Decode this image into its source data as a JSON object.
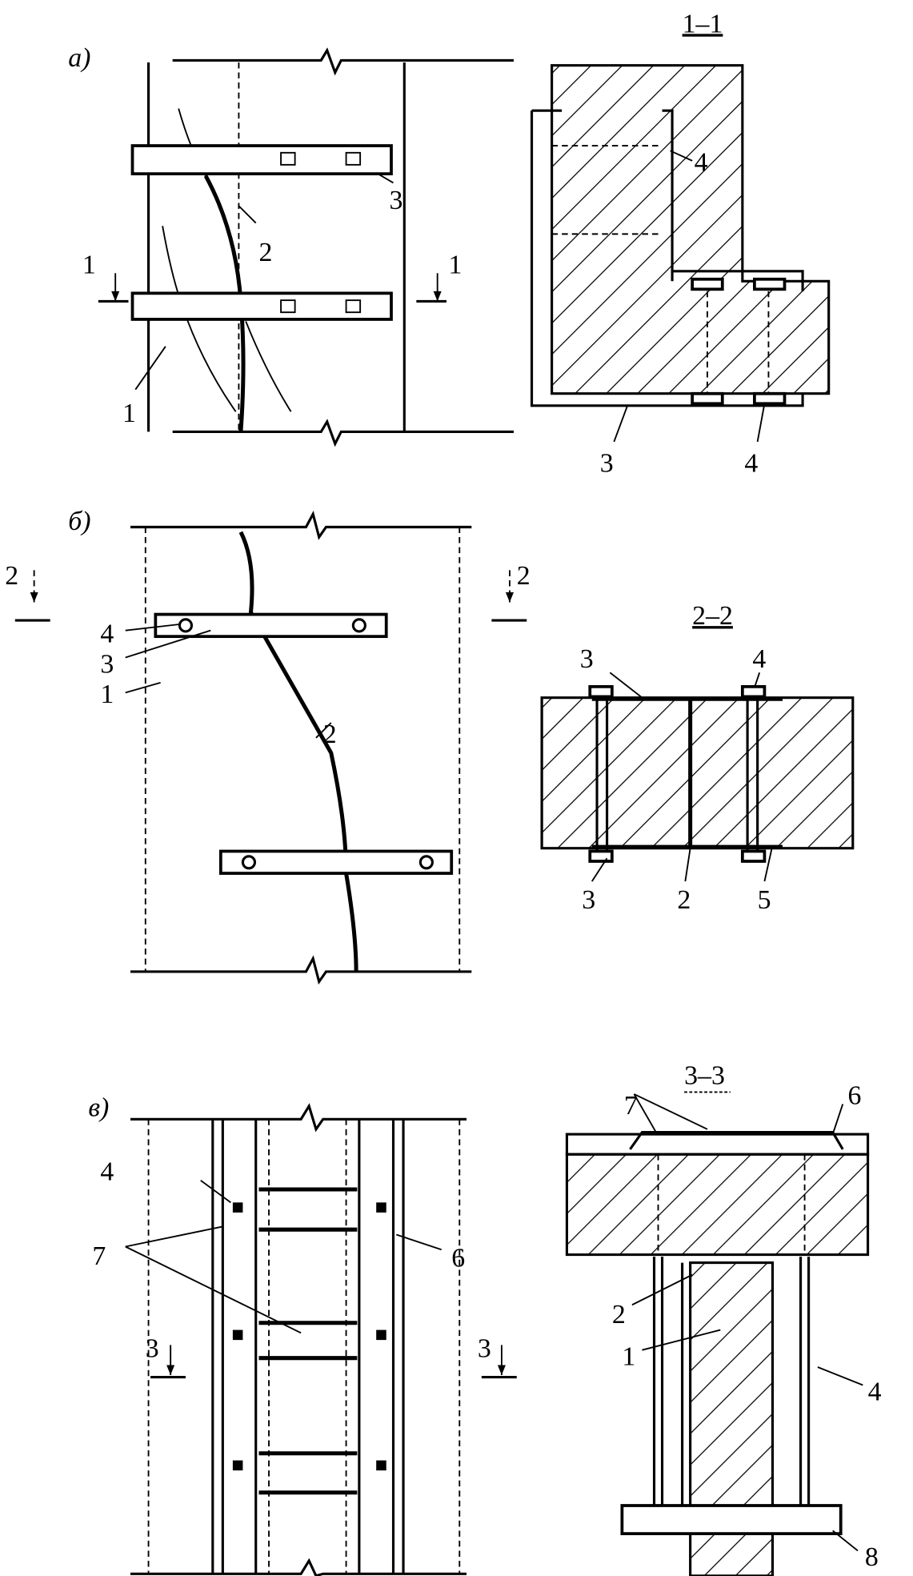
{
  "figure": {
    "a": {
      "label": "а)",
      "section_title": "1–1",
      "cut_marks": [
        "1",
        "1"
      ],
      "callouts": [
        "1",
        "2",
        "3"
      ],
      "section_callouts": [
        "4",
        "3",
        "4"
      ]
    },
    "b": {
      "label": "б)",
      "section_title": "2–2",
      "cut_marks": [
        "2",
        "2"
      ],
      "callouts": [
        "4",
        "3",
        "1",
        "2"
      ],
      "section_callouts": [
        "3",
        "4",
        "3",
        "2",
        "5"
      ]
    },
    "c": {
      "label": "в)",
      "section_title": "3–3",
      "cut_marks": [
        "3",
        "3"
      ],
      "callouts": [
        "4",
        "7",
        "6"
      ],
      "section_callouts": [
        "7",
        "6",
        "2",
        "1",
        "4",
        "8"
      ]
    }
  }
}
